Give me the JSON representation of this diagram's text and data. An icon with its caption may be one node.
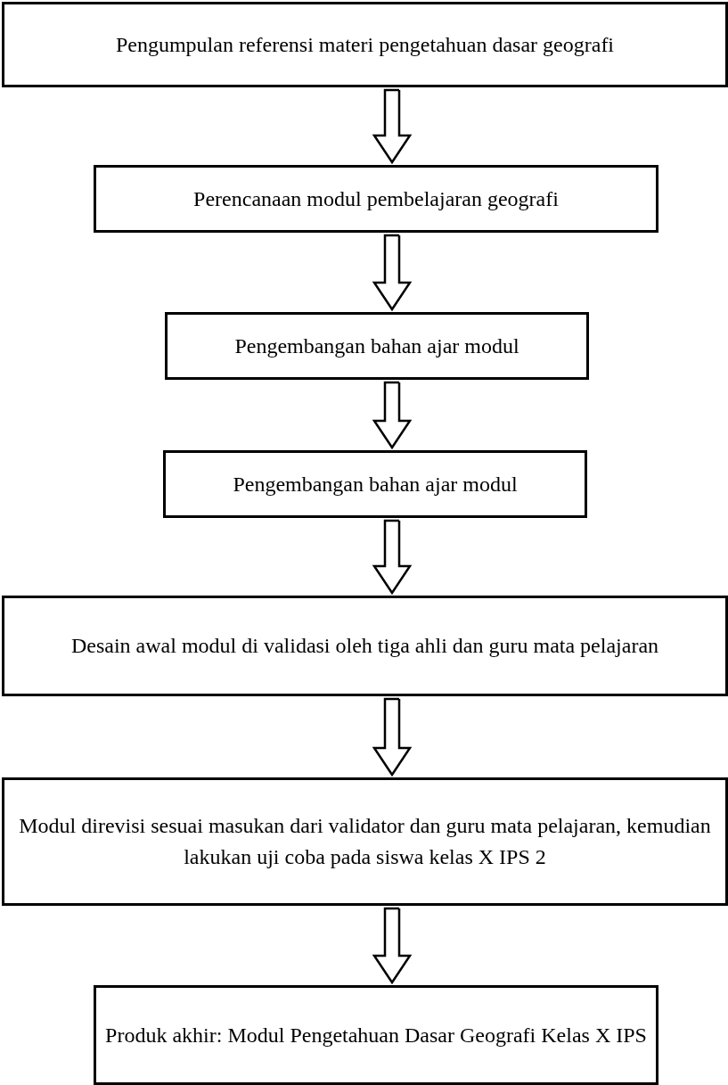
{
  "diagram": {
    "nodes": [
      {
        "text": [
          "Pengumpulan referensi materi pengetahuan dasar geografi"
        ]
      },
      {
        "text": [
          "Perencanaan modul pembelajaran geografi"
        ]
      },
      {
        "text": [
          "Pengembangan bahan ajar modul"
        ]
      },
      {
        "text": [
          "Pengembangan bahan ajar modul"
        ]
      },
      {
        "text": [
          "Desain awal modul di validasi oleh tiga ahli dan guru mata pelajaran"
        ]
      },
      {
        "text": [
          "Modul direvisi sesuai masukan dari validator dan guru mata pelajaran, kemudian lakukan uji coba pada siswa kelas X IPS 2"
        ]
      },
      {
        "text": [
          "Produk akhir: Modul Pengetahuan Dasar Geografi Kelas X IPS"
        ]
      }
    ],
    "edges": [
      {
        "from": 0,
        "to": 1,
        "arrow": "to"
      },
      {
        "from": 1,
        "to": 2,
        "arrow": "to"
      },
      {
        "from": 2,
        "to": 3,
        "arrow": "to"
      },
      {
        "from": 3,
        "to": 4,
        "arrow": "to"
      },
      {
        "from": 4,
        "to": 5,
        "arrow": "to"
      },
      {
        "from": 5,
        "to": 6,
        "arrow": "to"
      }
    ]
  }
}
